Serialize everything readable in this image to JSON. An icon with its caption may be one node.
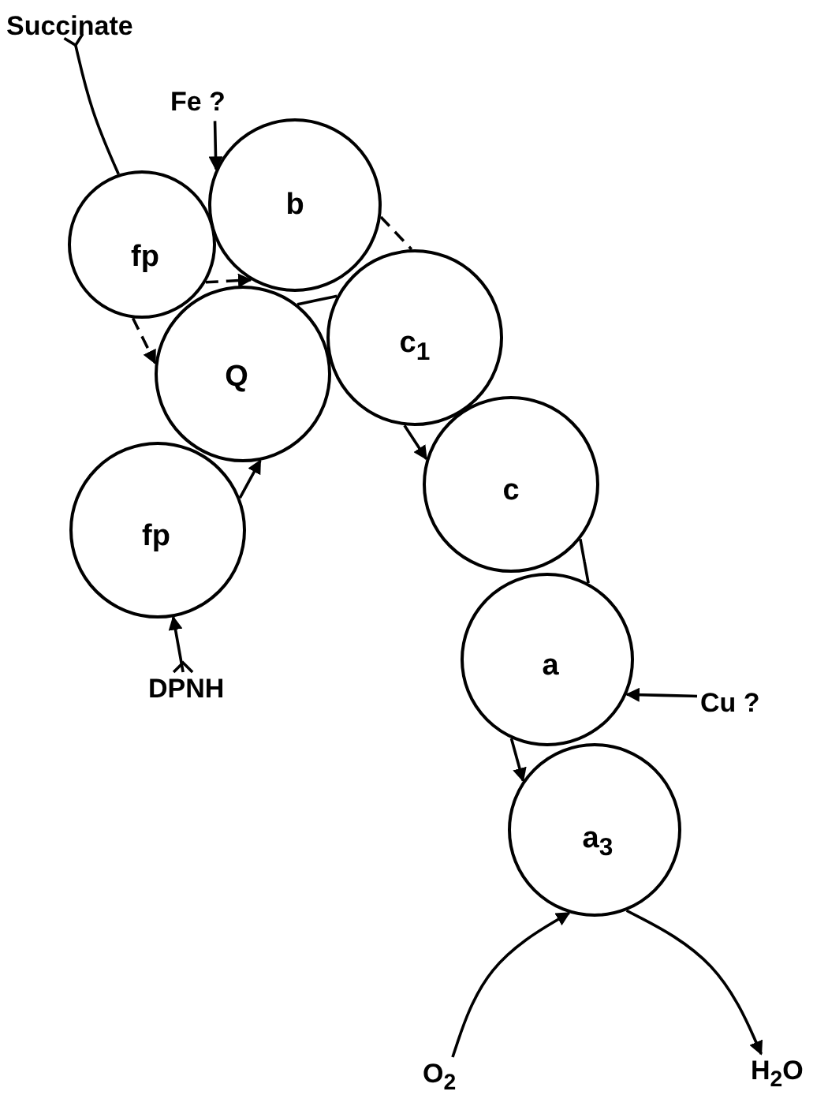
{
  "diagram": {
    "nodes": [
      {
        "text": [
          "Succinate"
        ]
      },
      {
        "text": [
          "Fe ?"
        ]
      },
      {
        "text": [
          "fp"
        ]
      },
      {
        "text": [
          "b"
        ]
      },
      {
        "text": [
          "Q"
        ]
      },
      {
        "text": [
          "c$_{1}$"
        ]
      },
      {
        "text": [
          "fp"
        ]
      },
      {
        "text": [
          "c"
        ]
      },
      {
        "text": [
          "a"
        ]
      },
      {
        "text": [
          "a$_{3}$"
        ]
      },
      {
        "text": [
          "DPNH"
        ]
      },
      {
        "text": [
          "Cu ?"
        ]
      },
      {
        "text": [
          "O$_{2}$"
        ]
      },
      {
        "text": [
          "H$_{2}$O"
        ]
      }
    ],
    "edges": [
      {
        "from": 0,
        "to": 2,
        "arrow": "other"
      },
      {
        "from": 2,
        "to": 3,
        "arrow": "to",
        "style": "dashed"
      },
      {
        "from": 2,
        "to": 4,
        "arrow": "to",
        "style": "dashed"
      },
      {
        "from": 3,
        "to": 5,
        "arrow": "none",
        "style": "dashed"
      },
      {
        "from": 4,
        "to": 5,
        "arrow": "none"
      },
      {
        "from": 5,
        "to": 7,
        "arrow": "to"
      },
      {
        "from": 10,
        "to": 6,
        "arrow": "to"
      },
      {
        "from": 6,
        "to": 4,
        "arrow": "to"
      },
      {
        "from": 7,
        "to": 8,
        "arrow": "none"
      },
      {
        "from": 8,
        "to": 9,
        "arrow": "to"
      },
      {
        "from": 12,
        "to": 9,
        "arrow": "to"
      },
      {
        "from": 9,
        "to": 13,
        "arrow": "to"
      },
      {
        "from": 1,
        "to": 3,
        "arrow": "to"
      },
      {
        "from": 11,
        "to": 8,
        "arrow": "to"
      }
    ]
  }
}
